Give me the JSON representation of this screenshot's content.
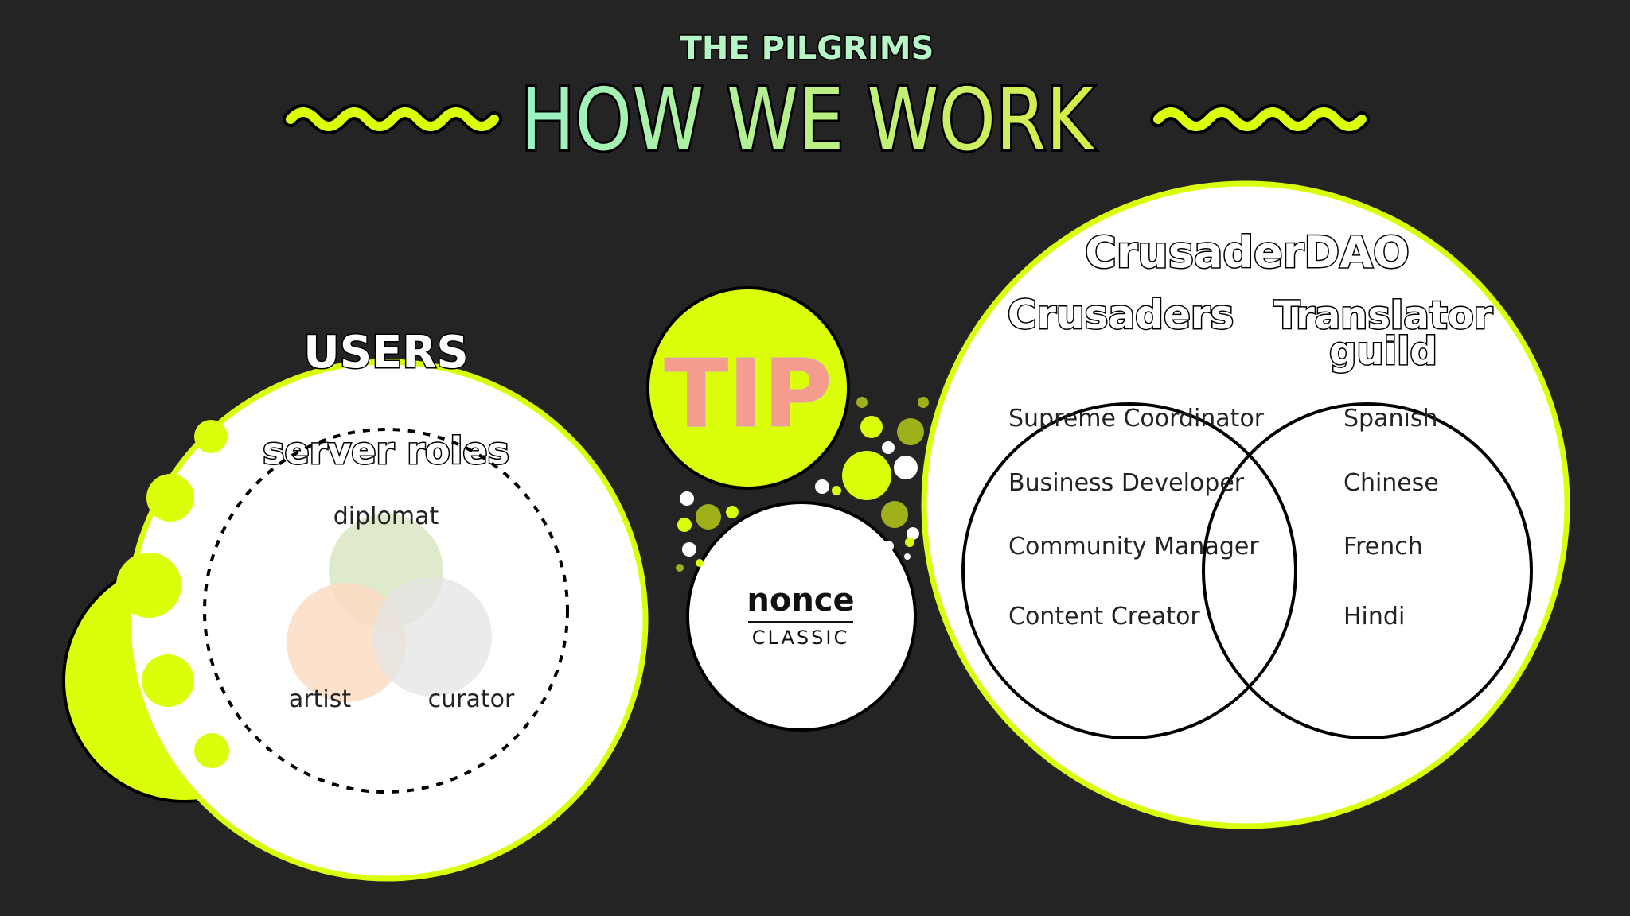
{
  "header": {
    "brand": "THE PILGRIMS",
    "title": "HOW WE WORK"
  },
  "users": {
    "title": "USERS",
    "subtitle": "server roles",
    "roles": [
      {
        "label": "diplomat",
        "color": "#d9e6c4"
      },
      {
        "label": "artist",
        "color": "#fbd9c0"
      },
      {
        "label": "curator",
        "color": "#e4e4e4"
      }
    ]
  },
  "center": {
    "tip_label": "TIP",
    "nonce_name": "nonce",
    "nonce_sub": "CLASSIC"
  },
  "dao": {
    "title": "CrusaderDAO",
    "crusaders": {
      "title": "Crusaders",
      "items": [
        "Supreme Coordinator",
        "Business Developer",
        "Community Manager",
        "Content Creator"
      ]
    },
    "translators": {
      "title_line1": "Translator",
      "title_line2": "guild",
      "items": [
        "Spanish",
        "Chinese",
        "French",
        "Hindi"
      ]
    }
  },
  "colors": {
    "background": "#242424",
    "accent": "#dbff0a",
    "olive": "#9fb01a",
    "tip_text": "#f59c8e",
    "title_gradient": [
      "#9af2c6",
      "#d8ee45"
    ]
  }
}
